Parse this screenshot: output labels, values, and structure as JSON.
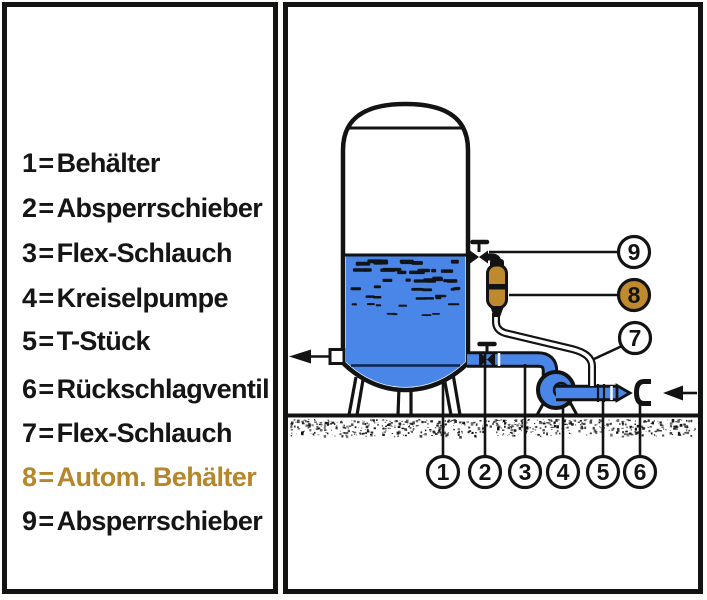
{
  "legend": {
    "separator": "=",
    "items": [
      {
        "num": "1",
        "label": "Behälter"
      },
      {
        "num": "2",
        "label": "Absperrschieber"
      },
      {
        "num": "3",
        "label": "Flex-Schlauch"
      },
      {
        "num": "4",
        "label": "Kreiselpumpe"
      },
      {
        "num": "5",
        "label": "T-Stück"
      },
      {
        "num": "6",
        "label": "Rückschlagventil"
      },
      {
        "num": "7",
        "label": "Flex-Schlauch"
      },
      {
        "num": "8",
        "label": "Autom. Behälter",
        "highlight": true
      },
      {
        "num": "9",
        "label": "Absperrschieber"
      }
    ]
  },
  "diagram": {
    "callouts": [
      {
        "label": "1"
      },
      {
        "label": "2"
      },
      {
        "label": "3"
      },
      {
        "label": "4"
      },
      {
        "label": "5"
      },
      {
        "label": "6"
      },
      {
        "label": "7"
      },
      {
        "label": "8"
      },
      {
        "label": "9"
      }
    ]
  },
  "icons": {
    "outflow_arrow": "left-arrow",
    "inflow_arrow": "left-arrow",
    "shutoff_valve": "tap-with-handle"
  },
  "colors": {
    "water_blue": "#4a86e8",
    "pump_inner_blue": "#2a5fc8",
    "brass_fill": "#bf8a2e",
    "highlight_text": "#b5862b",
    "ink": "#131313",
    "panel_bg": "#ffffff"
  },
  "decor": {
    "seed": 7,
    "water_dash_rows": 7,
    "stipple_count": 650
  }
}
